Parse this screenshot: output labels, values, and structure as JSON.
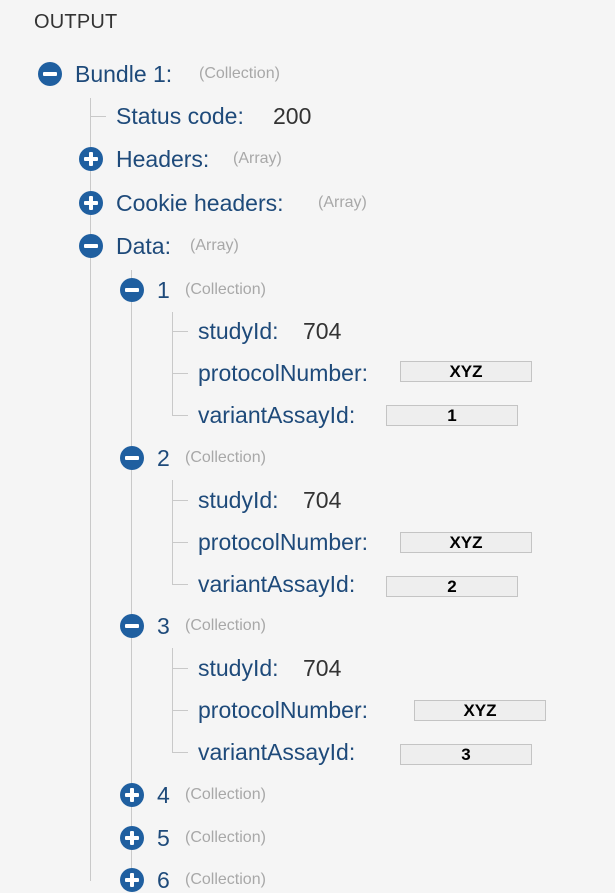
{
  "panel": {
    "title": "OUTPUT"
  },
  "bundle": {
    "key": "Bundle 1:",
    "type": "(Collection)"
  },
  "status": {
    "key": "Status code:",
    "value": "200"
  },
  "headers": {
    "key": "Headers:",
    "type": "(Array)"
  },
  "cookies": {
    "key": "Cookie headers:",
    "type": "(Array)"
  },
  "data": {
    "key": "Data:",
    "type": "(Array)"
  },
  "items": [
    {
      "index": "1",
      "type": "(Collection)",
      "study_key": "studyId:",
      "study_value": "704",
      "protocol_key": "protocolNumber:",
      "protocol_value": "XYZ",
      "variant_key": "variantAssayId:",
      "variant_value": "1"
    },
    {
      "index": "2",
      "type": "(Collection)",
      "study_key": "studyId:",
      "study_value": "704",
      "protocol_key": "protocolNumber:",
      "protocol_value": "XYZ",
      "variant_key": "variantAssayId:",
      "variant_value": "2"
    },
    {
      "index": "3",
      "type": "(Collection)",
      "study_key": "studyId:",
      "study_value": "704",
      "protocol_key": "protocolNumber:",
      "protocol_value": "XYZ",
      "variant_key": "variantAssayId:",
      "variant_value": "3"
    }
  ],
  "collapsed_items": [
    {
      "index": "4",
      "type": "(Collection)"
    },
    {
      "index": "5",
      "type": "(Collection)"
    },
    {
      "index": "6",
      "type": "(Collection)"
    }
  ],
  "icons": {
    "expanded": "minus-circle-icon",
    "collapsed": "plus-circle-icon"
  },
  "colors": {
    "key": "#1e4a7a",
    "toggle": "#1f5fa0",
    "type": "#a8a8a8",
    "value": "#333333"
  }
}
